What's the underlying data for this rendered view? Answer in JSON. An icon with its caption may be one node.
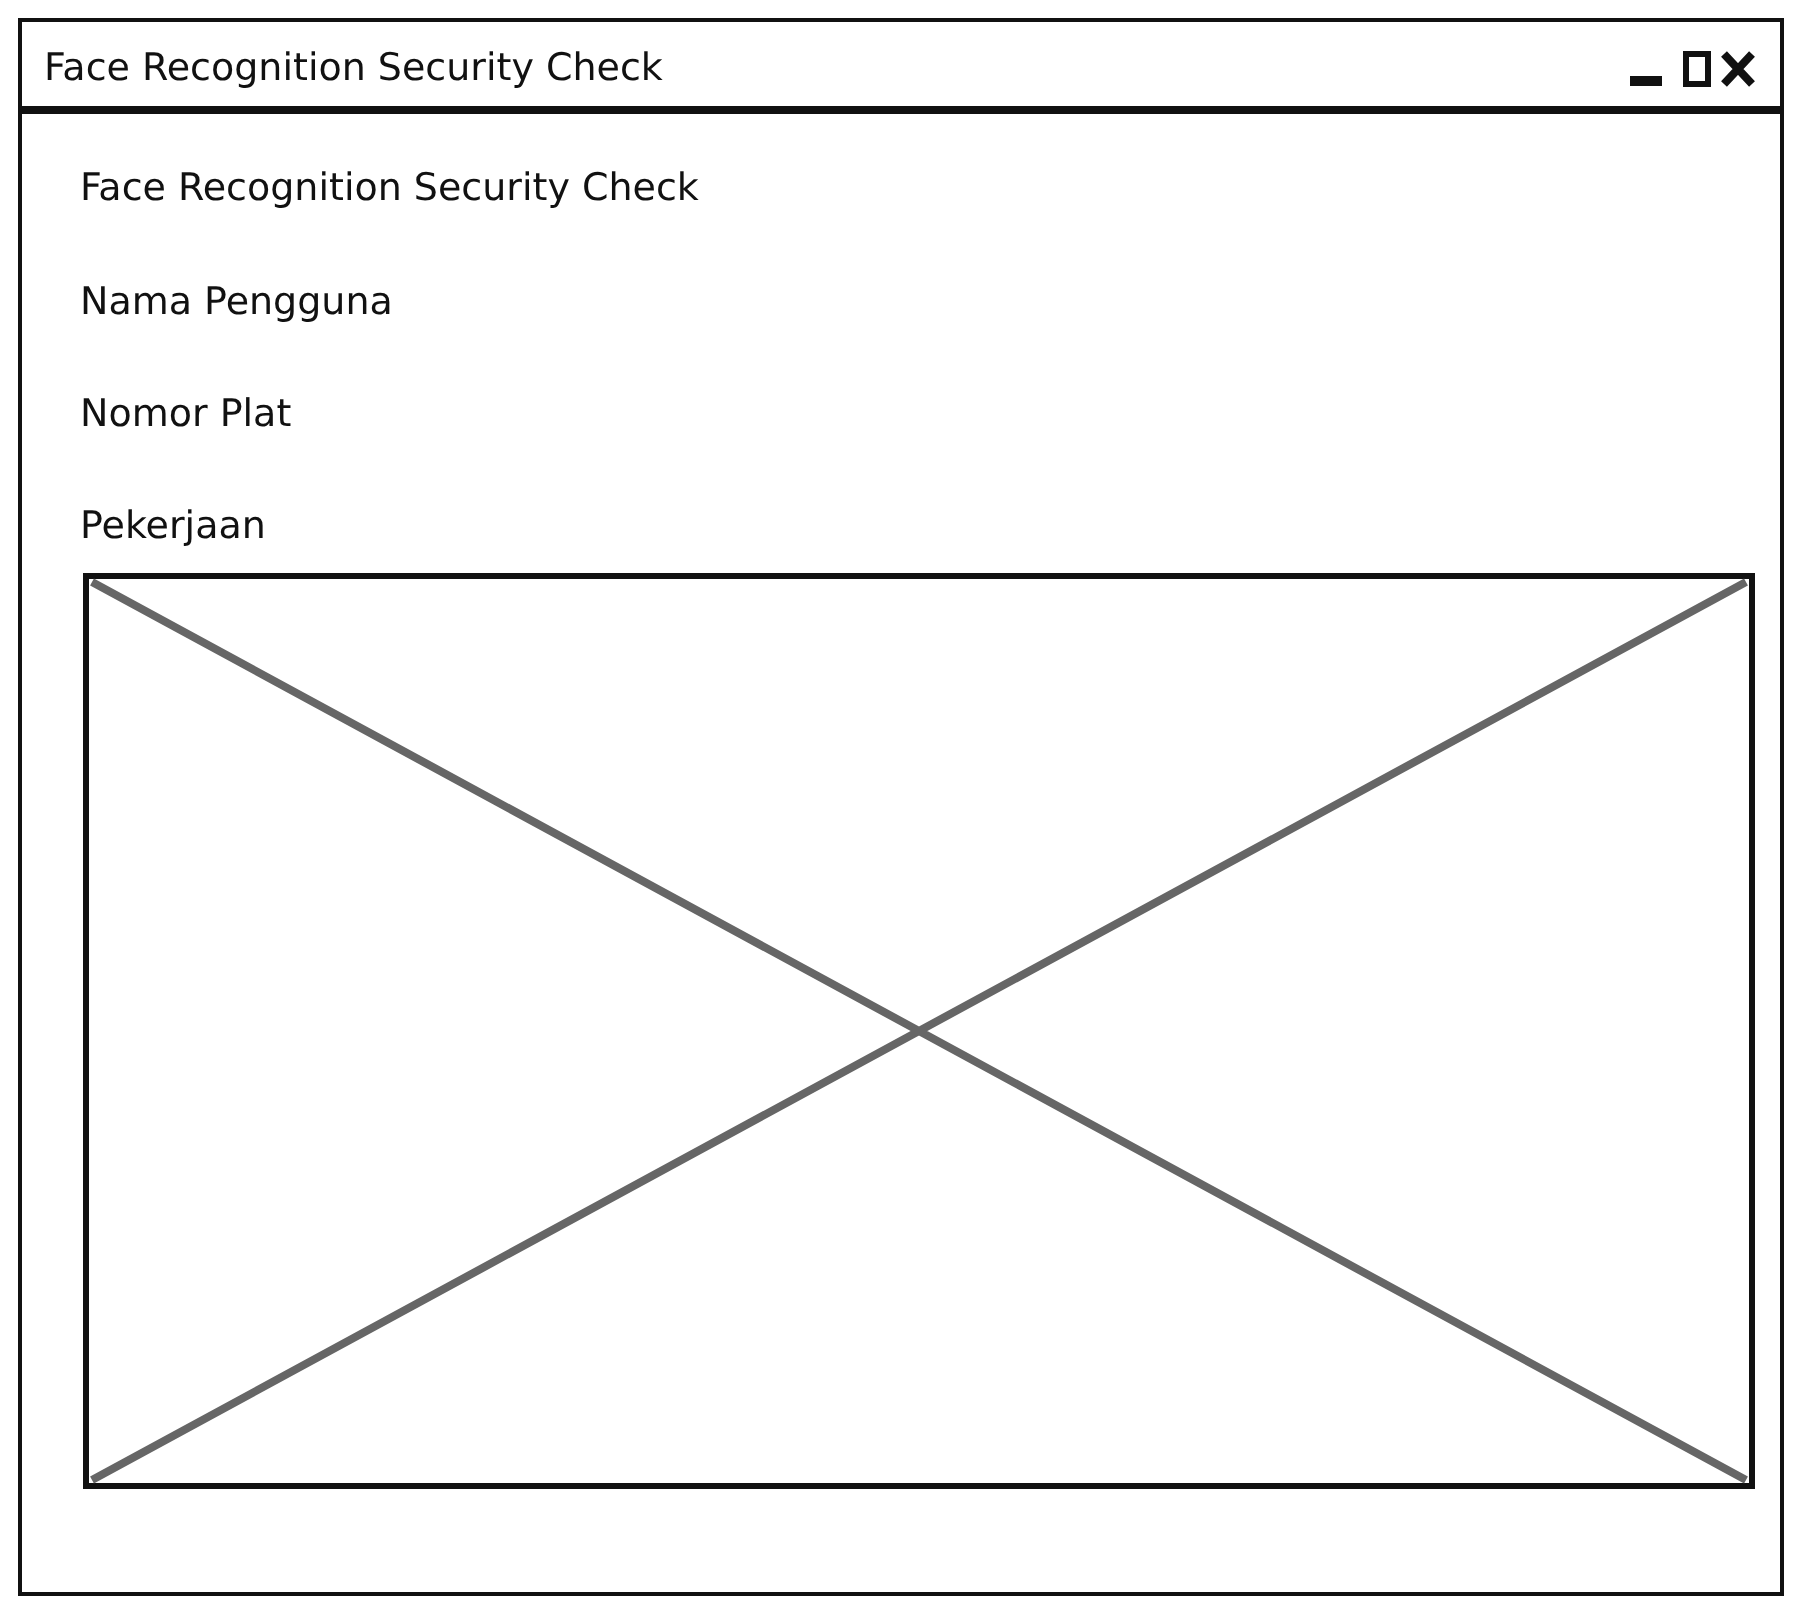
{
  "diagram": {
    "title": "Face Recognition Security Check",
    "labels": [
      "Face Recognition Security Check",
      "Nama Pengguna",
      "Nomor Plat",
      "Pekerjaan"
    ]
  }
}
